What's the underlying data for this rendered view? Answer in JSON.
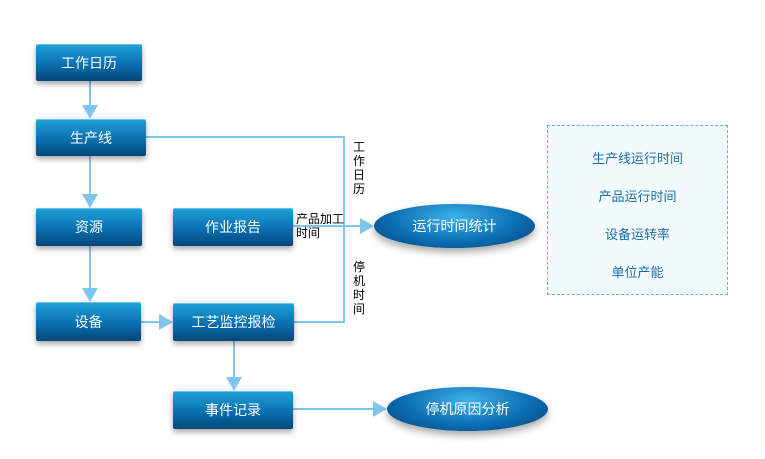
{
  "nodes": {
    "calendar": "工作日历",
    "production_line": "生产线",
    "resource": "资源",
    "equipment": "设备",
    "work_report": "作业报告",
    "process_monitor": "工艺监控报检",
    "event_log": "事件记录",
    "runtime_stats": "运行时间统计",
    "downtime_analysis": "停机原因分析"
  },
  "edge_labels": {
    "calendar": "工作日历",
    "product_time": "产品加工时间",
    "downtime": "停机时间"
  },
  "metrics": [
    "生产线运行时间",
    "产品运行时间",
    "设备运转率",
    "单位产能"
  ],
  "colors": {
    "box_top": "#1fa3d8",
    "box_bottom": "#04467a",
    "connector": "#7fc6ec",
    "metric_text": "#1b6fa8",
    "metric_border": "#5fb3e0"
  }
}
